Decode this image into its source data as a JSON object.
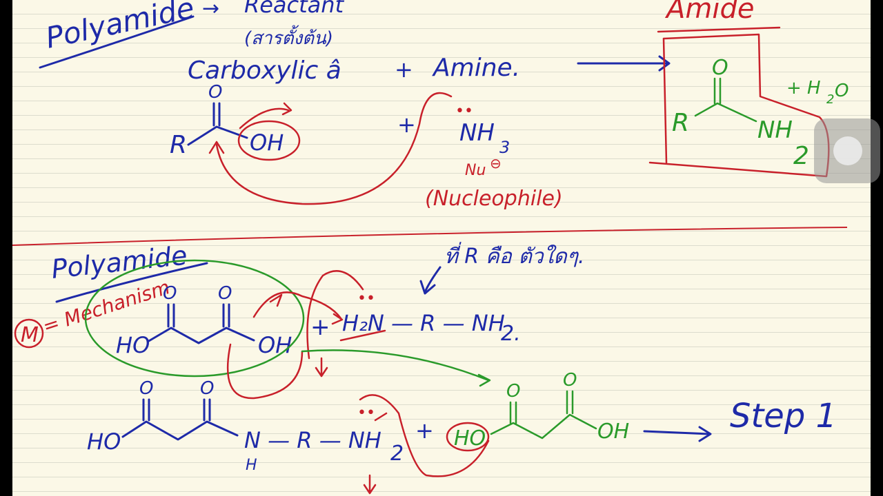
{
  "top": {
    "heading": "Polyamide",
    "arrow": "→",
    "reactant": "Reactant",
    "reactant_thai": "(สารตั้งต้น)",
    "carboxylic": "Carboxylic â",
    "plus": "+",
    "amine": "Amine."
  },
  "acid": {
    "carbonyl_o": "O",
    "r": "R",
    "oh": "OH"
  },
  "ammonia": {
    "lone_pair": "••",
    "formula": "NH",
    "sub": "3",
    "nu": "Nu",
    "minus": "⊖",
    "label": "(Nucleophile)"
  },
  "amide_box": {
    "title": "Amide",
    "o": "O",
    "r": "R",
    "nh": "NH",
    "sub": "2",
    "water": "+ H",
    "water_sub": "2",
    "water_o": "O"
  },
  "bottom": {
    "heading": "Polyamide",
    "m_circle": "M",
    "mechanism": "= Mechanism",
    "r_note": "ที่ R คือ ตัวใดๆ.",
    "diacid_ho": "HO",
    "diacid_oh": "OH",
    "diacid_o1": "O",
    "diacid_o2": "O",
    "plus": "+",
    "diamine": "H₂N — R — NH",
    "diamine_sub": "2.",
    "prod_ho": "HO",
    "prod_o1": "O",
    "prod_o2": "O",
    "prod_n": "N — R — NH",
    "prod_n_sub": "2",
    "prod_h": "H",
    "prod_plus": "+",
    "green_ho": "HO",
    "green_oh": "OH",
    "green_o1": "O",
    "green_o2": "O",
    "step_arrow": "⟶",
    "step": "Step 1"
  },
  "colors": {
    "blue_ink": "#1e2aa8",
    "red_ink": "#c8202a",
    "green_ink": "#2a9a2a",
    "paper": "#fbf8e7"
  }
}
